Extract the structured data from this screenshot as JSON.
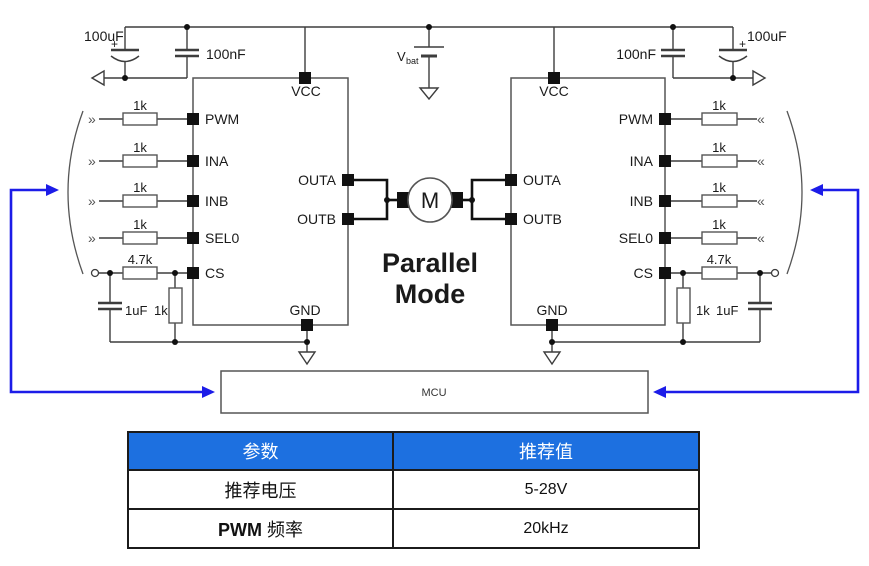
{
  "figure": {
    "mode_title": {
      "line1": "Parallel",
      "line2": "Mode"
    },
    "supply": {
      "vbat_main": "V",
      "vbat_sub": "bat"
    },
    "left_caps": {
      "bulk": "100uF",
      "bulk_polarity": "+",
      "decoupling": "100nF"
    },
    "right_caps": {
      "bulk": "100uF",
      "bulk_polarity": "+",
      "decoupling": "100nF"
    },
    "ic": {
      "vcc": "VCC",
      "gnd": "GND",
      "inputs": [
        "PWM",
        "INA",
        "INB",
        "SEL0",
        "CS"
      ],
      "outputs": [
        "OUTA",
        "OUTB"
      ]
    },
    "input_resistor": "1k",
    "cs_network": {
      "series_resistor": "4.7k",
      "shunt_resistor": "1k",
      "filter_cap": "1uF"
    },
    "motor": "M",
    "mcu": "MCU",
    "left_connector": "»",
    "right_connector": "«"
  },
  "table": {
    "headers": [
      "参数",
      "推荐值"
    ],
    "rows": [
      {
        "param_bold": "",
        "param": "推荐电压",
        "value": "5-28V"
      },
      {
        "param_bold": "PWM",
        "param": " 频率",
        "value": "20kHz"
      }
    ]
  },
  "colors": {
    "table_header_bg": "#1D70E0",
    "table_header_text": "#FFFFFF",
    "arrow_blue": "#1C1CE8",
    "wire": "#3D3D3D",
    "pin": "#111111"
  }
}
